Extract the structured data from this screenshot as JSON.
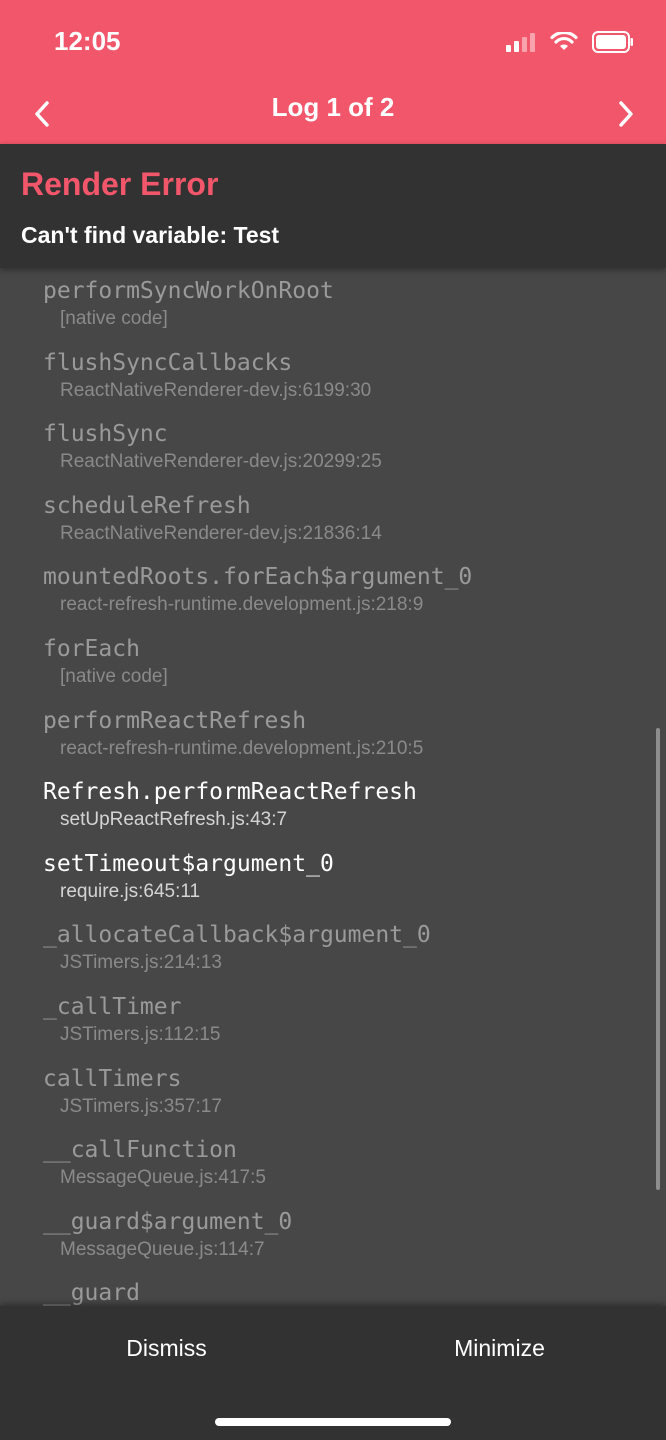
{
  "status_bar": {
    "time": "12:05"
  },
  "nav": {
    "title": "Log 1 of 2",
    "prev_icon": "chevron-left-icon",
    "next_icon": "chevron-right-icon"
  },
  "error": {
    "title": "Render Error",
    "message": "Can't find variable: Test"
  },
  "stack": [
    {
      "fn": "performSyncWorkOnRoot",
      "loc": "[native code]",
      "active": false
    },
    {
      "fn": "flushSyncCallbacks",
      "loc": "ReactNativeRenderer-dev.js:6199:30",
      "active": false
    },
    {
      "fn": "flushSync",
      "loc": "ReactNativeRenderer-dev.js:20299:25",
      "active": false
    },
    {
      "fn": "scheduleRefresh",
      "loc": "ReactNativeRenderer-dev.js:21836:14",
      "active": false
    },
    {
      "fn": "mountedRoots.forEach$argument_0",
      "loc": "react-refresh-runtime.development.js:218:9",
      "active": false
    },
    {
      "fn": "forEach",
      "loc": "[native code]",
      "active": false
    },
    {
      "fn": "performReactRefresh",
      "loc": "react-refresh-runtime.development.js:210:5",
      "active": false
    },
    {
      "fn": "Refresh.performReactRefresh",
      "loc": "setUpReactRefresh.js:43:7",
      "active": true
    },
    {
      "fn": "setTimeout$argument_0",
      "loc": "require.js:645:11",
      "active": true
    },
    {
      "fn": "_allocateCallback$argument_0",
      "loc": "JSTimers.js:214:13",
      "active": false
    },
    {
      "fn": "_callTimer",
      "loc": "JSTimers.js:112:15",
      "active": false
    },
    {
      "fn": "callTimers",
      "loc": "JSTimers.js:357:17",
      "active": false
    },
    {
      "fn": "__callFunction",
      "loc": "MessageQueue.js:417:5",
      "active": false
    },
    {
      "fn": "__guard$argument_0",
      "loc": "MessageQueue.js:114:7",
      "active": false
    },
    {
      "fn": "__guard",
      "loc": "",
      "active": false
    }
  ],
  "footer": {
    "dismiss_label": "Dismiss",
    "minimize_label": "Minimize"
  }
}
